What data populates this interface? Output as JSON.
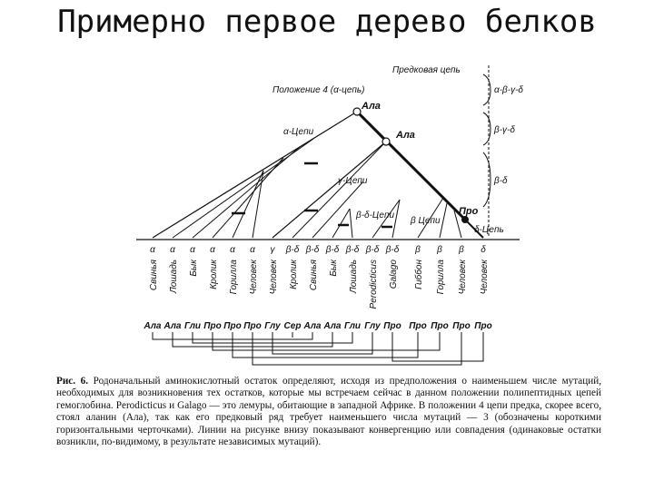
{
  "title": "Примерно первое дерево белков",
  "diagram": {
    "labels": {
      "ancestral_chain": "Предковая цепь",
      "position": "Положение 4 (α-цепь)",
      "alpha_chains": "α-Цепи",
      "gamma_chains": "γ-Цепи",
      "bd_chains": "β-δ-Цепи",
      "beta_chains": "β Цепи",
      "delta_chain": "δ-Цепь",
      "ala_top": "Ала",
      "ala_mid": "Ала",
      "pro": "Про"
    },
    "right_labels": [
      "α-β-γ-δ",
      "β-γ-δ",
      "β-δ"
    ],
    "leaves": [
      "α",
      "α",
      "α",
      "α",
      "α",
      "α",
      "γ",
      "β-δ",
      "β-δ",
      "β-δ",
      "β-δ",
      "β-δ",
      "β-δ",
      "β",
      "β",
      "β",
      "δ"
    ],
    "species": [
      "Свинья",
      "Лошадь",
      "Бык",
      "Кролик",
      "Горилла",
      "Человек",
      "Человек",
      "Кролик",
      "Свинья",
      "Бык",
      "Лошадь",
      "Perodicticus",
      "Galago",
      "Гиббон",
      "Горилла",
      "Человек",
      "Человек"
    ],
    "amino_acids": [
      "Ала",
      "Ала",
      "Гли",
      "Про",
      "Про",
      "Про",
      "Глу",
      "Сер",
      "Ала",
      "Ала",
      "Гли",
      "Глу",
      "Про",
      "Про",
      "Про",
      "Про",
      "Про"
    ]
  },
  "caption": {
    "lead": "Рис. 6.",
    "text": "Родоначальный аминокислотный остаток определяют, исходя из предположения о наименьшем числе мутаций, необходимых для возникновения тех остатков, которые мы встречаем сейчас в данном положении полипептидных цепей гемоглобина. Perodicticus и Galago — это лемуры, обитающие в западной Африке. В положении 4 цепи предка, скорее всего, стоял аланин (Ала), так как его предковый ряд требует наименьшего числа мутаций — 3 (обозначены короткими горизонтальными черточками). Линии на рисунке внизу показывают конвергенцию или совпадения (одинаковые остатки возникли, по-видимому, в результате независимых мутаций)."
  }
}
